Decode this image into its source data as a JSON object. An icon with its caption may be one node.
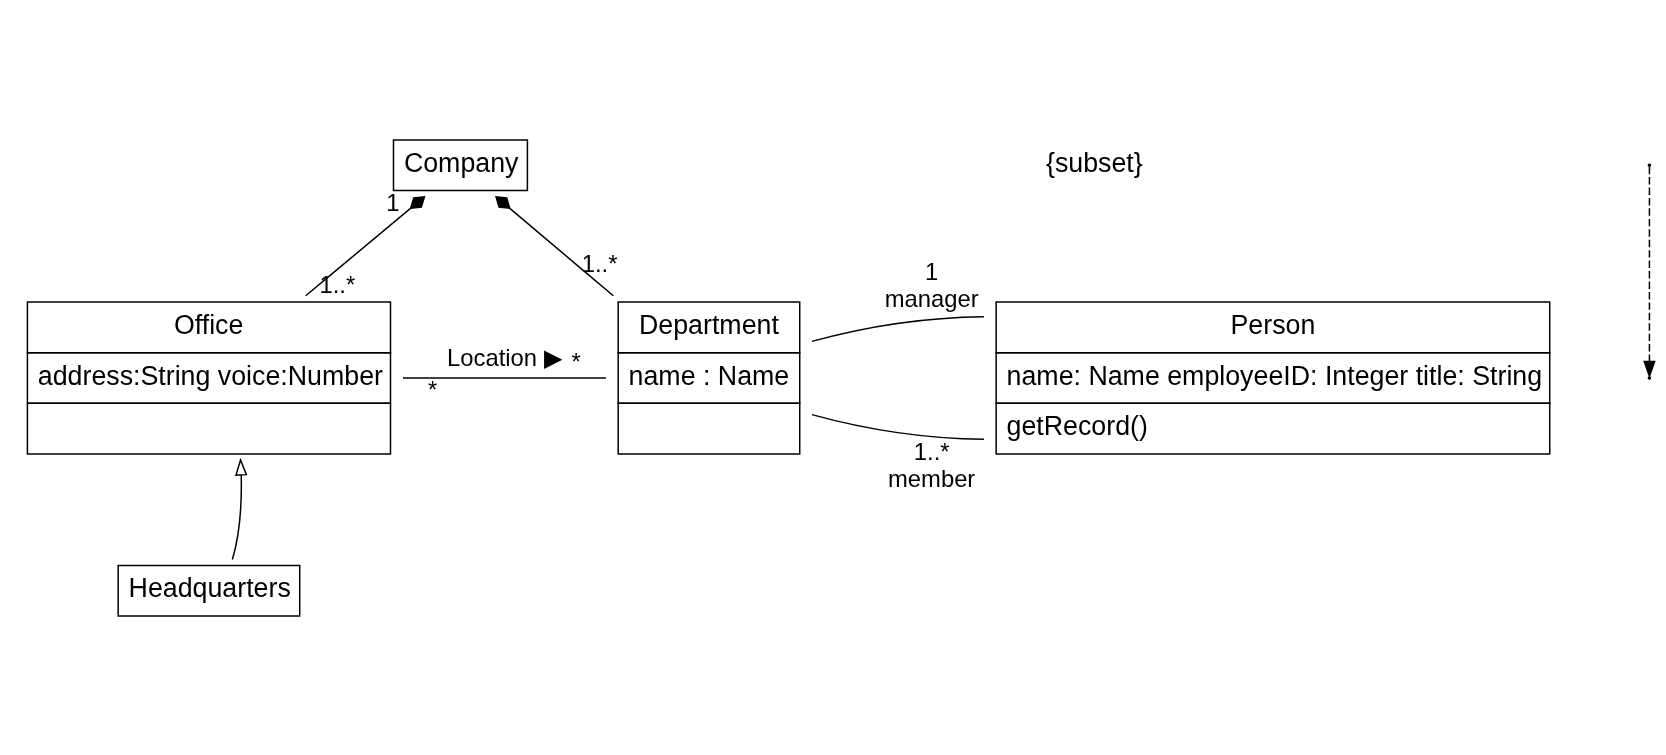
{
  "diagram": {
    "nodes": [
      {
        "text": [
          "Company"
        ]
      },
      {
        "text": [
          "Office",
          "address:String voice:Number"
        ]
      },
      {
        "text": [
          "Department",
          "name : Name"
        ]
      },
      {
        "text": [
          "Person",
          "name: Name employeeID: Integer title: String",
          "getRecord()"
        ]
      },
      {
        "text": [
          "Headquarters"
        ]
      }
    ],
    "edges": [
      {
        "from": 0,
        "to": 1,
        "arrow": "other"
      },
      {
        "from": 0,
        "to": 2,
        "arrow": "other"
      },
      {
        "from": 1,
        "to": 2,
        "arrow": "none",
        "label": "Location ▶"
      },
      {
        "from": 2,
        "to": 3,
        "arrow": "none"
      },
      {
        "from": 2,
        "to": 3,
        "arrow": "none"
      },
      {
        "from": 4,
        "to": 1,
        "arrow": "to"
      }
    ],
    "labels": [
      "1",
      "1..*",
      "1..*",
      "*",
      "*",
      "1..*",
      "member",
      "1",
      "manager",
      "{subset}"
    ]
  }
}
